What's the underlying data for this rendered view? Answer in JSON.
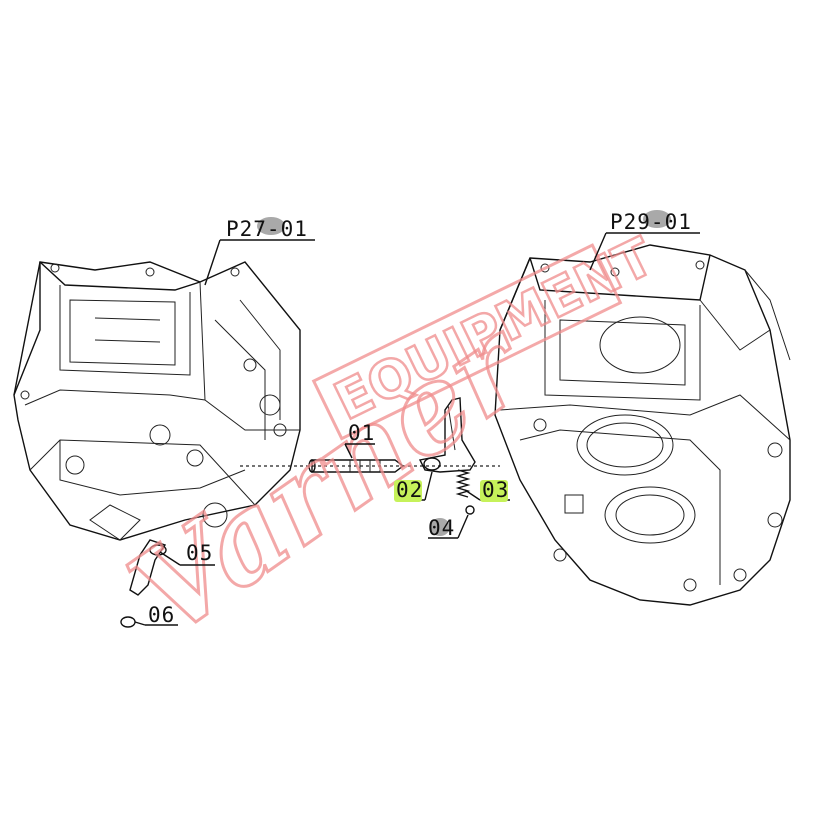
{
  "labels": {
    "p27": "P27-01",
    "p29": "P29-01",
    "l01": "01",
    "l02": "02",
    "l03": "03",
    "l04": "04",
    "l05": "05",
    "l06": "06"
  },
  "watermark": "Varner Equipment",
  "colors": {
    "highlight_green": "#c6f25a",
    "highlight_gray": "#9a9a9a",
    "watermark": "#f08c8c"
  }
}
